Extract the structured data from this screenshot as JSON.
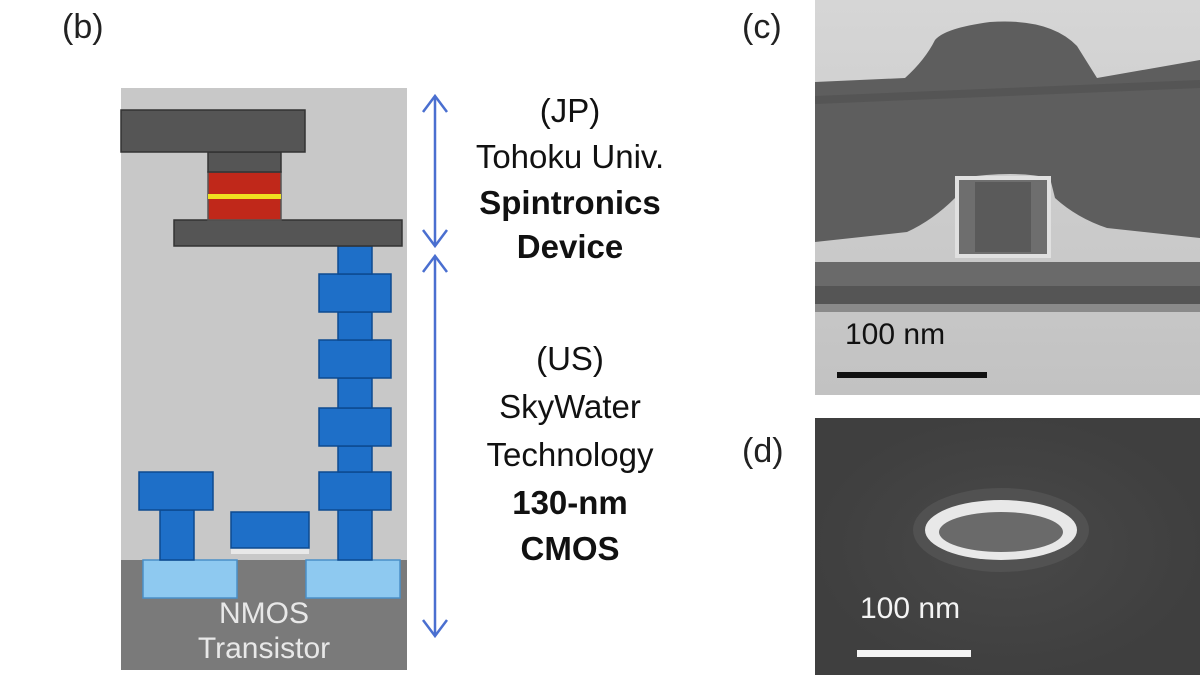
{
  "panel_b": {
    "label": "(b)",
    "nmos_label_line1": "NMOS",
    "nmos_label_line2": "Transistor",
    "top_group": {
      "country": "(JP)",
      "institution": "Tohoku Univ.",
      "title_line1": "Spintronics",
      "title_line2": "Device"
    },
    "bottom_group": {
      "country": "(US)",
      "institution_line1": "SkyWater",
      "institution_line2": "Technology",
      "title_line1": "130-nm",
      "title_line2": "CMOS"
    },
    "colors": {
      "background": "#c8c8c8",
      "substrate": "#7a7a7a",
      "metal_dark": "#555555",
      "via_blue": "#1e6fc8",
      "diffusion_light_blue": "#8ec9f0",
      "mtj_red": "#c0281a",
      "mtj_yellow": "#f0e020",
      "arrow": "#4a6fd0"
    }
  },
  "panel_c": {
    "label": "(c)",
    "scale_text": "100 nm"
  },
  "panel_d": {
    "label": "(d)",
    "scale_text": "100 nm"
  }
}
